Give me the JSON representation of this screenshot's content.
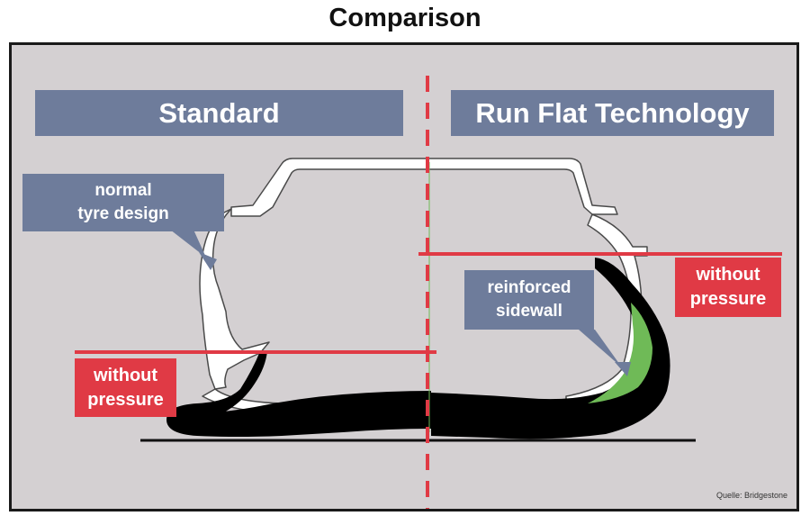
{
  "title": "Comparison",
  "left_header": "Standard",
  "right_header": "Run Flat Technology",
  "callout_normal": [
    "normal",
    "tyre design"
  ],
  "callout_reinforced": [
    "reinforced",
    "sidewall"
  ],
  "label_without_pressure": [
    "without",
    "pressure"
  ],
  "source": "Quelle: Bridgestone",
  "colors": {
    "panel_background": "#d4d0d2",
    "header_blue": "#6e7c9b",
    "pressure_red": "#e03a45",
    "tyre_black": "#000000",
    "reinforcement_green": "#6fba57",
    "rim_white": "#ffffff"
  }
}
